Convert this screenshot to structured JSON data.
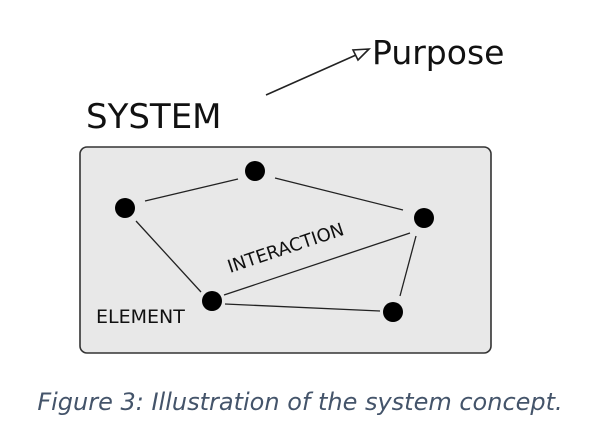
{
  "diagram": {
    "system_label": "SYSTEM",
    "purpose_label": "Purpose",
    "element_label": "ELEMENT",
    "interaction_label": "INTERACTION",
    "colors": {
      "box_fill": "#e8e8e8",
      "box_stroke": "#333333",
      "node_fill": "#000000",
      "line": "#222222",
      "caption": "#44546a"
    }
  },
  "caption": "Figure 3: Illustration of the system concept."
}
